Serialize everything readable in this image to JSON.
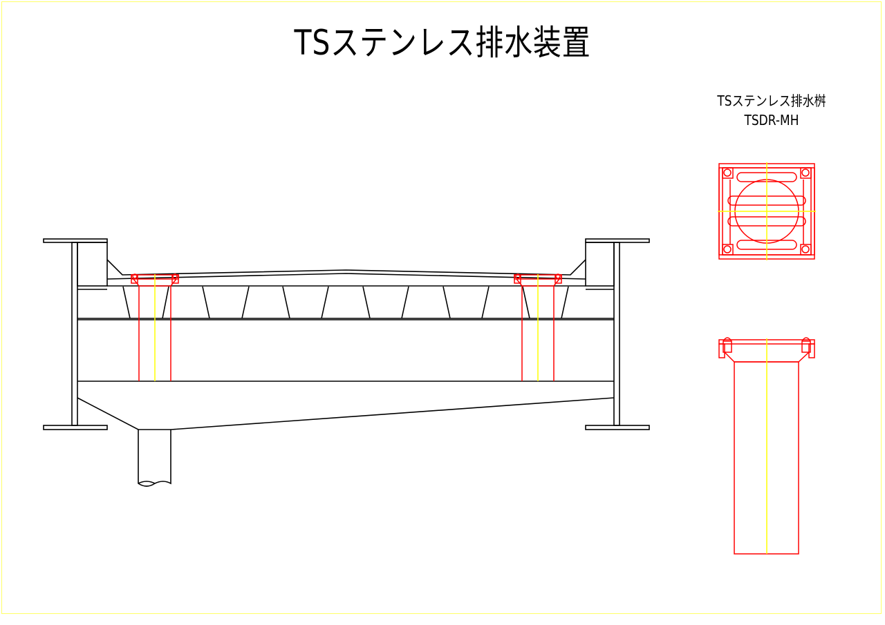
{
  "title": "TSステンレス排水装置",
  "detail": {
    "name": "TSステンレス排水桝",
    "model": "TSDR-MH"
  },
  "colors": {
    "outline": "#000000",
    "drain": "#ff0000",
    "centerline": "#ffff00",
    "frame": "#ffff66"
  }
}
